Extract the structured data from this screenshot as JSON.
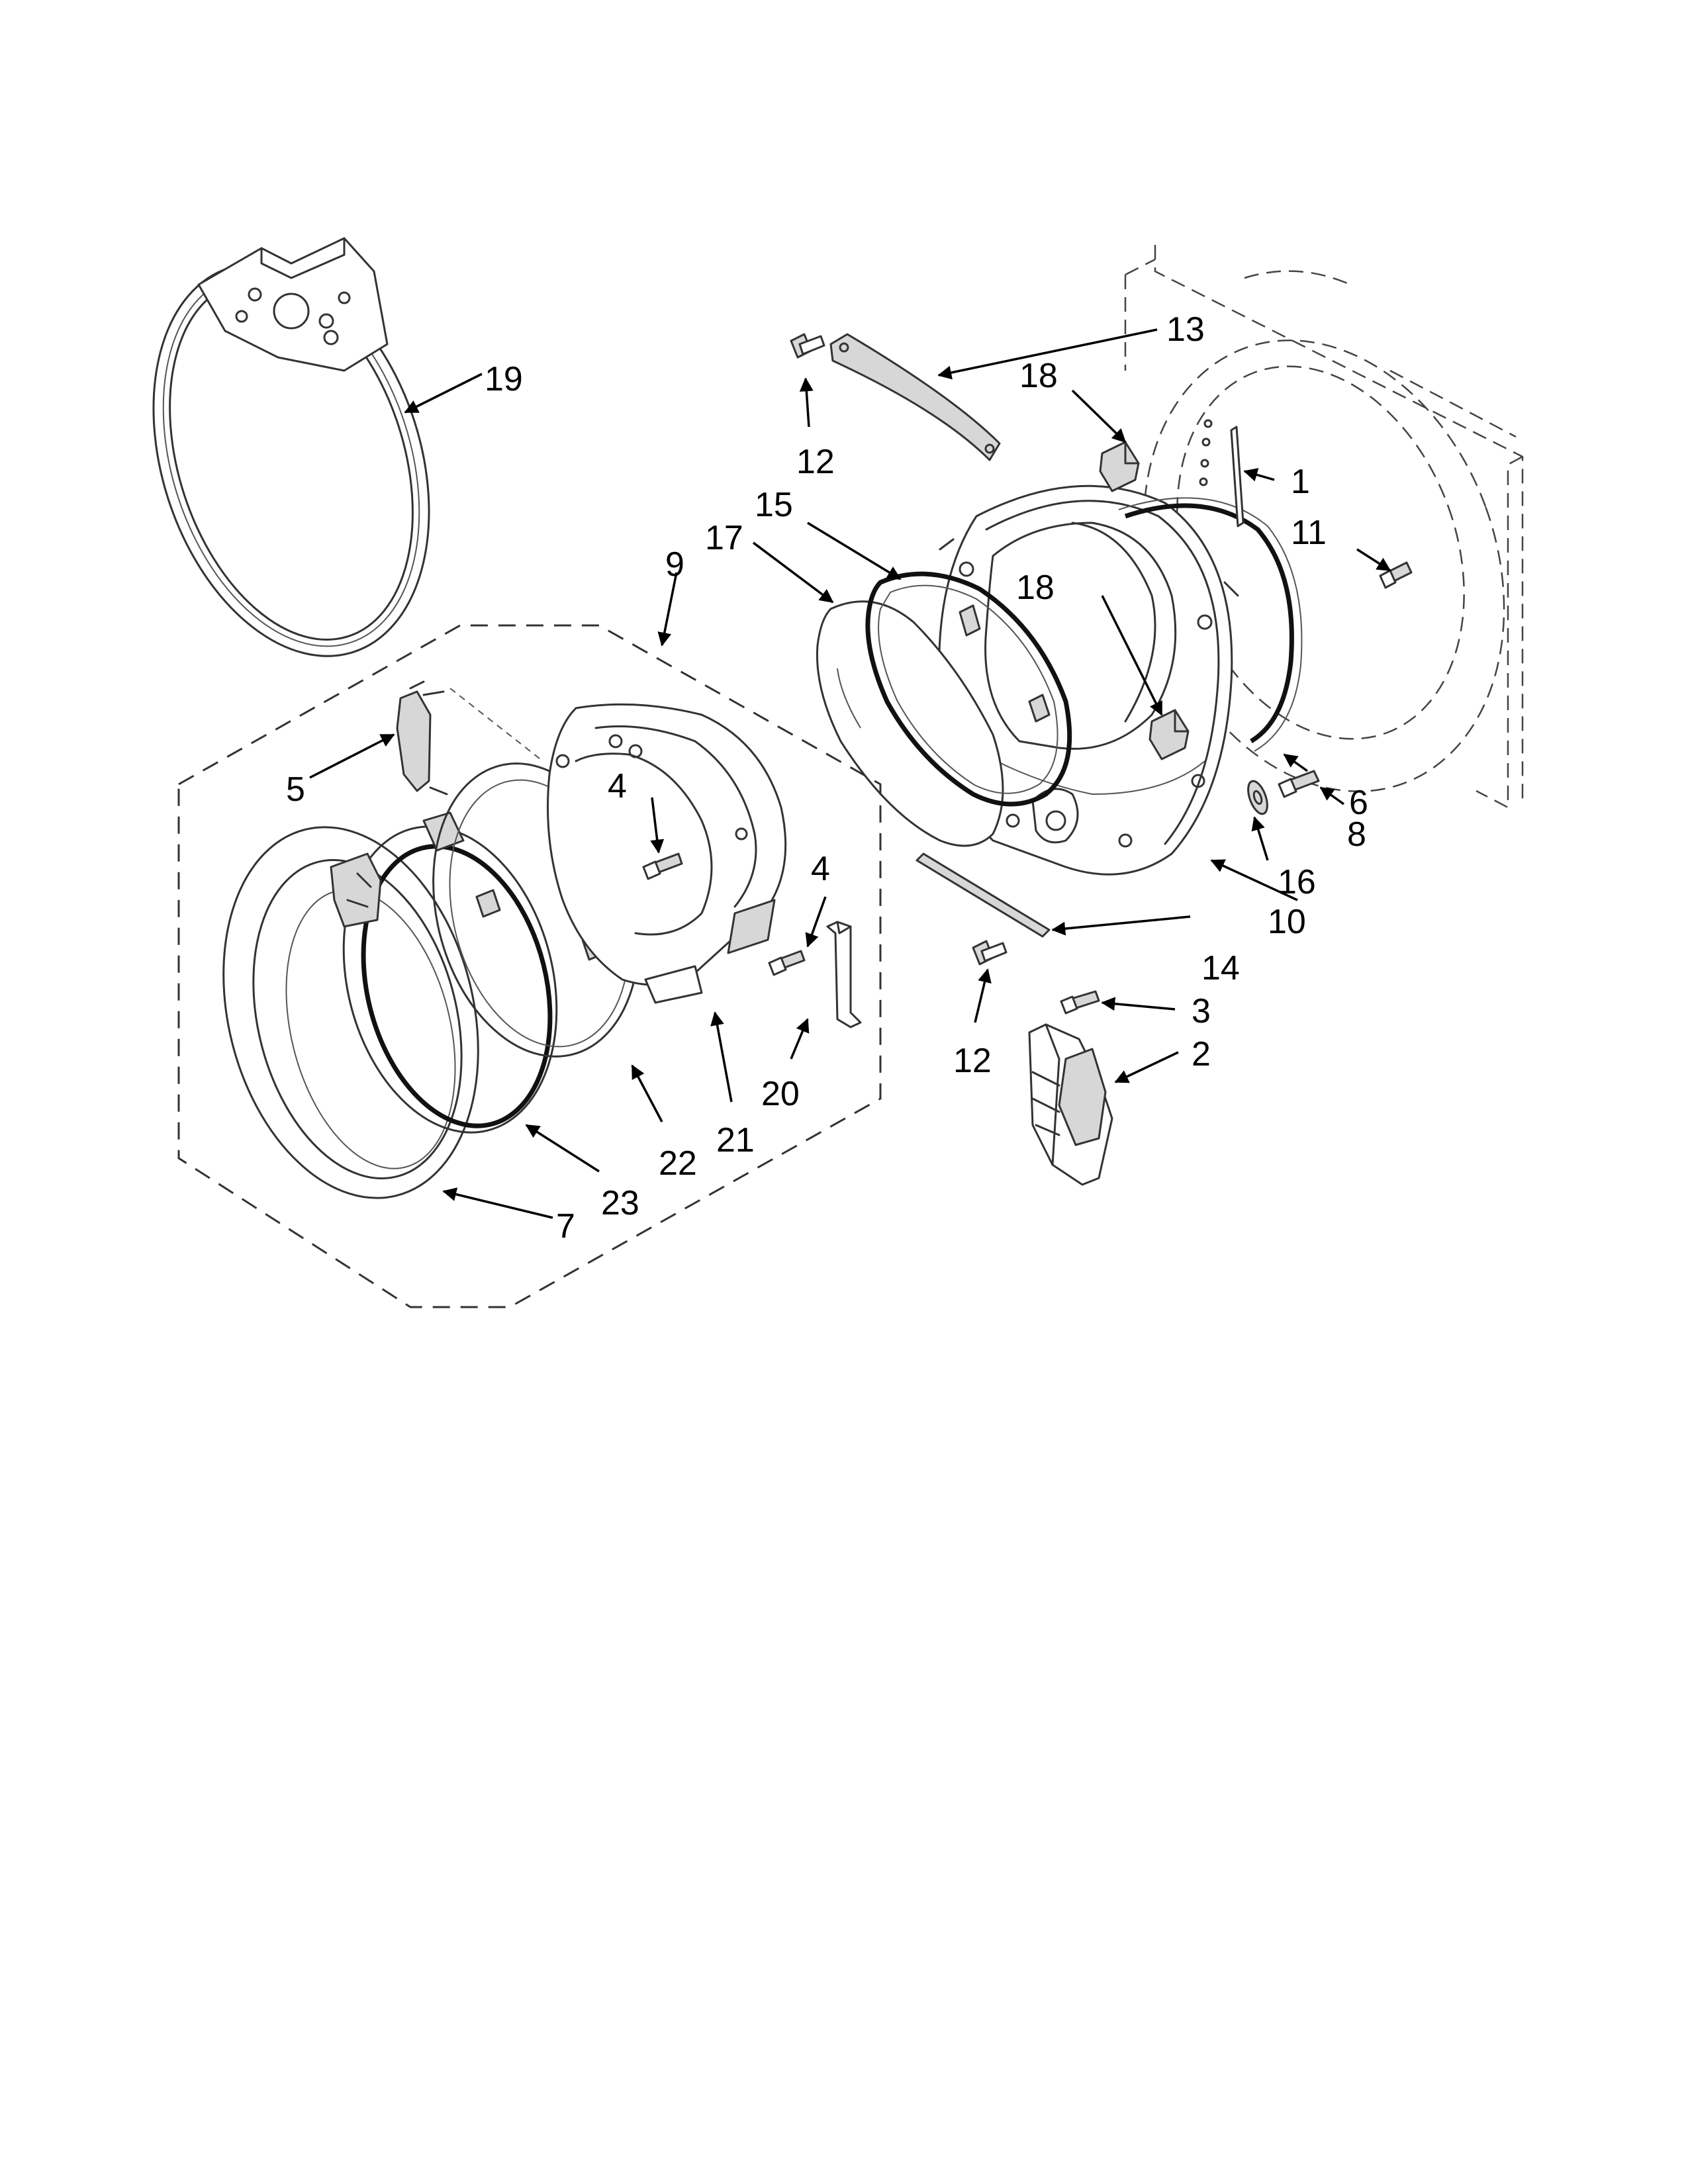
{
  "callouts": [
    {
      "id": "c1",
      "text": "1"
    },
    {
      "id": "c2",
      "text": "2"
    },
    {
      "id": "c3",
      "text": "3"
    },
    {
      "id": "c4a",
      "text": "4"
    },
    {
      "id": "c4b",
      "text": "4"
    },
    {
      "id": "c5",
      "text": "5"
    },
    {
      "id": "c6",
      "text": "6"
    },
    {
      "id": "c7",
      "text": "7"
    },
    {
      "id": "c8",
      "text": "8"
    },
    {
      "id": "c9",
      "text": "9"
    },
    {
      "id": "c10",
      "text": "10"
    },
    {
      "id": "c11",
      "text": "11"
    },
    {
      "id": "c12a",
      "text": "12"
    },
    {
      "id": "c12b",
      "text": "12"
    },
    {
      "id": "c13",
      "text": "13"
    },
    {
      "id": "c14",
      "text": "14"
    },
    {
      "id": "c15",
      "text": "15"
    },
    {
      "id": "c16",
      "text": "16"
    },
    {
      "id": "c17",
      "text": "17"
    },
    {
      "id": "c18a",
      "text": "18"
    },
    {
      "id": "c18b",
      "text": "18"
    },
    {
      "id": "c19",
      "text": "19"
    },
    {
      "id": "c20",
      "text": "20"
    },
    {
      "id": "c21",
      "text": "21"
    },
    {
      "id": "c22",
      "text": "22"
    },
    {
      "id": "c23",
      "text": "23"
    }
  ]
}
